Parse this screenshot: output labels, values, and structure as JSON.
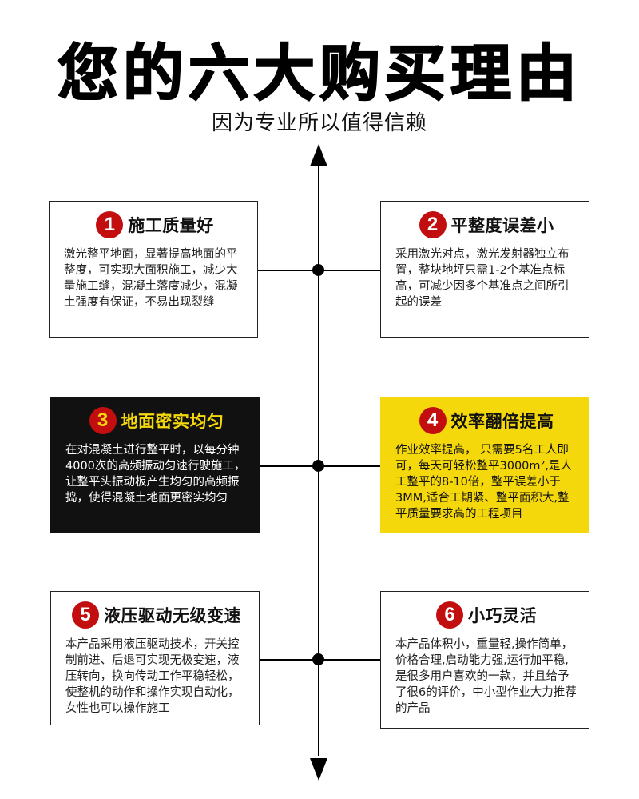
{
  "header": {
    "title": "您的六大购买理由",
    "subtitle": "因为专业所以值得信赖"
  },
  "colors": {
    "badge_red": "#c20e0e",
    "highlight_yellow": "#f5d80c",
    "dark_card": "#111111"
  },
  "timeline": {
    "top_icon": "arrow-up-icon",
    "bottom_icon": "arrow-down-icon",
    "node_icon": "dot-icon"
  },
  "reasons": [
    {
      "number": "1",
      "title": "施工质量好",
      "body": "激光整平地面，显著提高地面的平整度，可实现大面积施工，减少大量施工缝，混凝土落度减少，混凝土强度有保证，不易出现裂缝"
    },
    {
      "number": "2",
      "title": "平整度误差小",
      "body": "采用激光对点，激光发射器独立布置，整块地坪只需1-2个基准点标高，可减少因多个基准点之间所引起的误差"
    },
    {
      "number": "3",
      "title": "地面密实均匀",
      "body": "在对混凝土进行整平时，以每分钟4000次的高频振动匀速行驶施工，让整平头振动板产生均匀的高频振捣，使得混凝土地面更密实均匀"
    },
    {
      "number": "4",
      "title": "效率翻倍提高",
      "body": "作业效率提高， 只需要5名工人即可，每天可轻松整平3000m²,是人工整平的8-10倍，整平误差小于3MM,适合工期紧、整平面积大,整平质量要求高的工程项目"
    },
    {
      "number": "5",
      "title": "液压驱动无级变速",
      "body": "本产品采用液压驱动技术，开关控制前进、后退可实现无极变速，液压转向，换向传动工作平稳轻松，使整机的动作和操作实现自动化，女性也可以操作施工"
    },
    {
      "number": "6",
      "title": "小巧灵活",
      "body": "本产品体积小，重量轻,操作简单，价格合理,启动能力强,运行加平稳,是很多用户喜欢的一款，并且给予了很6的评价，中小型作业大力推荐的产品"
    }
  ]
}
